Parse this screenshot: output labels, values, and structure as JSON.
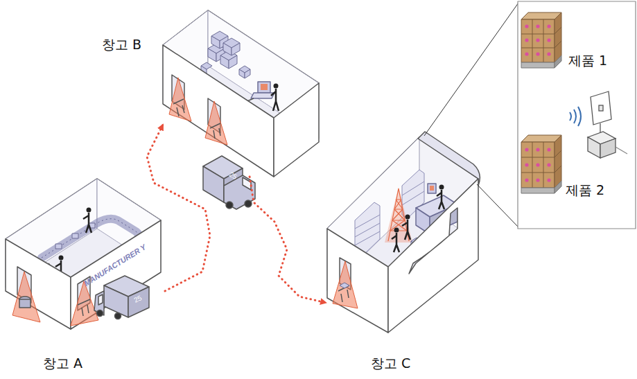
{
  "diagram": {
    "nodes": [
      {
        "text": [
          "창고 B"
        ]
      },
      {
        "text": [
          "제품 1"
        ]
      },
      {
        "text": [
          "제품 2"
        ]
      },
      {
        "text": [
          "창고 A"
        ]
      },
      {
        "text": [
          "창고 C"
        ]
      }
    ],
    "edges": [
      {
        "from": 3,
        "to": 0,
        "arrow": "to"
      },
      {
        "from": 0,
        "to": 4,
        "arrow": "to"
      }
    ],
    "labels": [
      "MANUFACTURER Y",
      "25",
      "25"
    ]
  }
}
